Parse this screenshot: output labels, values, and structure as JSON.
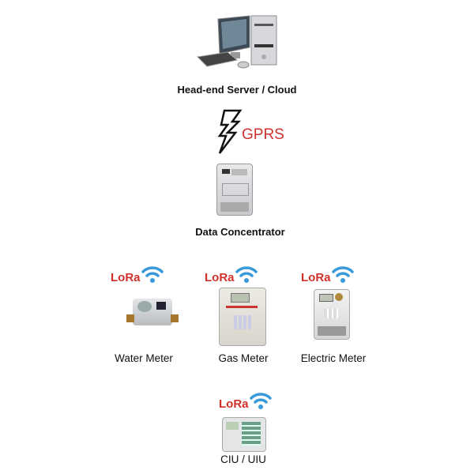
{
  "server": {
    "label": "Head-end Server / Cloud",
    "icon": "computer-icon"
  },
  "link": {
    "label": "GPRS",
    "icon": "lightning-icon",
    "color": "#d0312d"
  },
  "concentrator": {
    "label": "Data Concentrator"
  },
  "meters": [
    {
      "label": "Water Meter",
      "protocol": "LoRa"
    },
    {
      "label": "Gas Meter",
      "protocol": "LoRa"
    },
    {
      "label": "Electric Meter",
      "protocol": "LoRa"
    }
  ],
  "ciu": {
    "label": "CIU / UIU",
    "protocol": "LoRa"
  },
  "colors": {
    "lora": "#d0312d",
    "wifi": "#3a9ad9"
  }
}
